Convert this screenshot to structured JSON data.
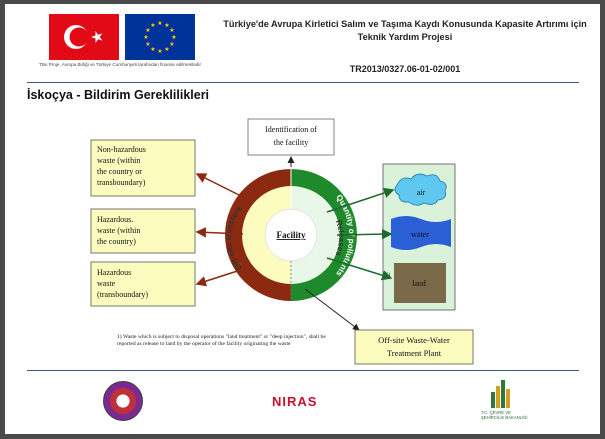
{
  "header": {
    "financing_text": "TBu Proje, Avrupa Birliği ve Türkiye Cumhuriyeti tarafından finanse edilmektedir",
    "project_title": "Türkiye'de Avrupa Kirletici Salım ve Taşıma Kaydı Konusunda Kapasite Artırımı için Teknik Yardım Projesi",
    "project_code": "TR2013/0327.06-01-02/001"
  },
  "slide": {
    "title": "İskoçya - Bildirim Gereklilikleri"
  },
  "diagram": {
    "top_box": [
      "Identification of",
      "the facility"
    ],
    "left_boxes": [
      {
        "lines": [
          "Non-hazardous",
          "waste (within",
          "the country or",
          "transboundary)"
        ]
      },
      {
        "lines": [
          "Hazardous.",
          "waste (within",
          "the country)"
        ]
      },
      {
        "lines": [
          "Hazardous",
          "waste",
          "(transboundary)"
        ]
      }
    ],
    "ring_left_outer": "Quantity of waste",
    "ring_left_inner": "Off-site transfers",
    "ring_right_outer": "Quantity of pollutants",
    "ring_right_inner": "Releases",
    "center_label": "Facility",
    "media": {
      "air": "air",
      "water": "water",
      "land": "land",
      "land_note": "1)"
    },
    "bottom_box": [
      "Off-site Waste-Water",
      "Treatment Plant"
    ],
    "footnote": "1) Waste which is subject to disposal operations \"land treatment\" or \"deep injection\", shall be reported as release to land by the operator of the facility originating the waste"
  },
  "footer": {
    "niras": "NIRAS",
    "csb_text": "T.C. ÇEVRE VE ŞEHİRCİLİK BAKANLIĞI"
  },
  "colors": {
    "ring_red": "#8b2a10",
    "ring_green": "#1f8a2c",
    "box_yellow": "#fdfcbf",
    "accent_blue": "#3c5a8c"
  }
}
